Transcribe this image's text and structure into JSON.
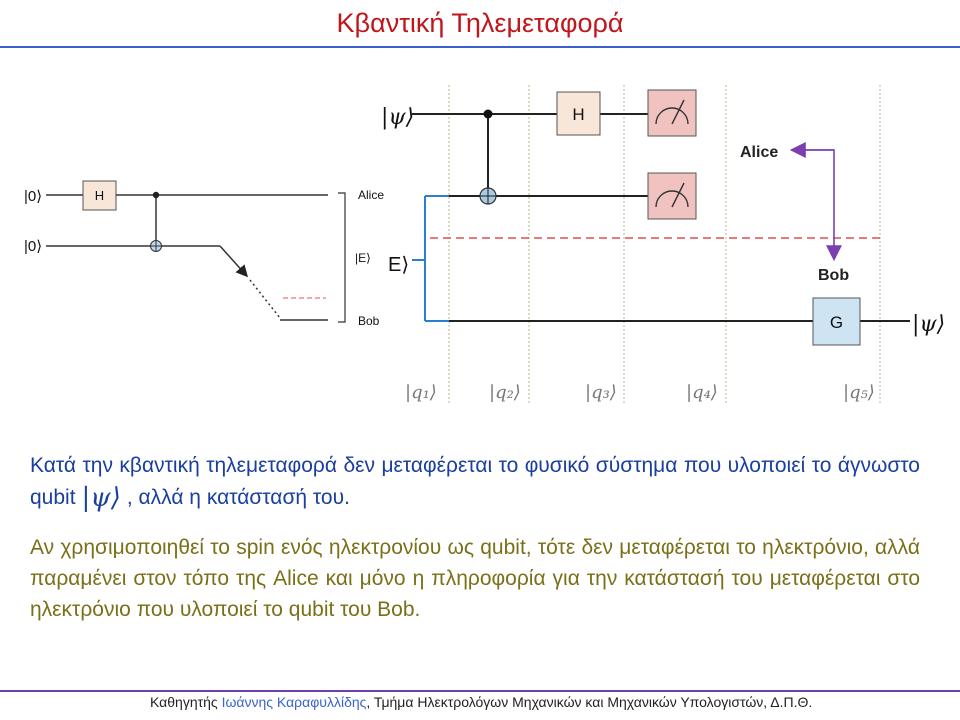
{
  "slide": {
    "title": "Κβαντική Τηλεμεταφορά"
  },
  "left_circuit": {
    "input_top": "|0⟩",
    "input_bottom": "|0⟩",
    "gate": "H",
    "label_alice": "Alice",
    "label_state": "|E⟩",
    "label_bob": "Bob"
  },
  "right_circuit": {
    "psi_in": "|ψ⟩",
    "e_in": "E⟩",
    "gate_h": "H",
    "gate_g": "G",
    "label_alice": "Alice",
    "label_bob": "Bob",
    "psi_out": "|ψ⟩",
    "stages": [
      "|q₁⟩",
      "|q₂⟩",
      "|q₃⟩",
      "|q₄⟩",
      "|q₅⟩"
    ]
  },
  "text": {
    "para1_a": "Κατά την κβαντική τηλεμεταφορά δεν μεταφέρεται το φυσικό σύστημα που υλοποιεί το άγνωστο qubit",
    "para1_ket": "|ψ⟩",
    "para1_b": ", αλλά η κατάστασή του.",
    "para2": "Αν χρησιμοποιηθεί το spin ενός ηλεκτρονίου ως qubit, τότε δεν μεταφέρεται το ηλεκτρόνιο, αλλά παραμένει στον τόπο της Alice και μόνο η πληροφορία για την κατάστασή του μεταφέρεται στο ηλεκτρόνιο που υλοποιεί το qubit του Bob."
  },
  "footer": {
    "prefix": "Καθηγητής ",
    "name": "Ιωάννης Καραφυλλίδης",
    "suffix": ", Τμήμα Ηλεκτρολόγων Μηχανικών και Μηχανικών Υπολογιστών, Δ.Π.Θ."
  },
  "colors": {
    "title": "#c0161c",
    "rule": "#3a5fcf",
    "para1": "#1a3fa0",
    "para2": "#7a7019",
    "gate_h_fill": "#f8e6d8",
    "gate_g_fill": "#cfe4f2",
    "meter_fill": "#f0c2c0",
    "arrow": "#7b3fb0",
    "dashed": "#e05050",
    "entangle_line": "#2a7fcf"
  }
}
